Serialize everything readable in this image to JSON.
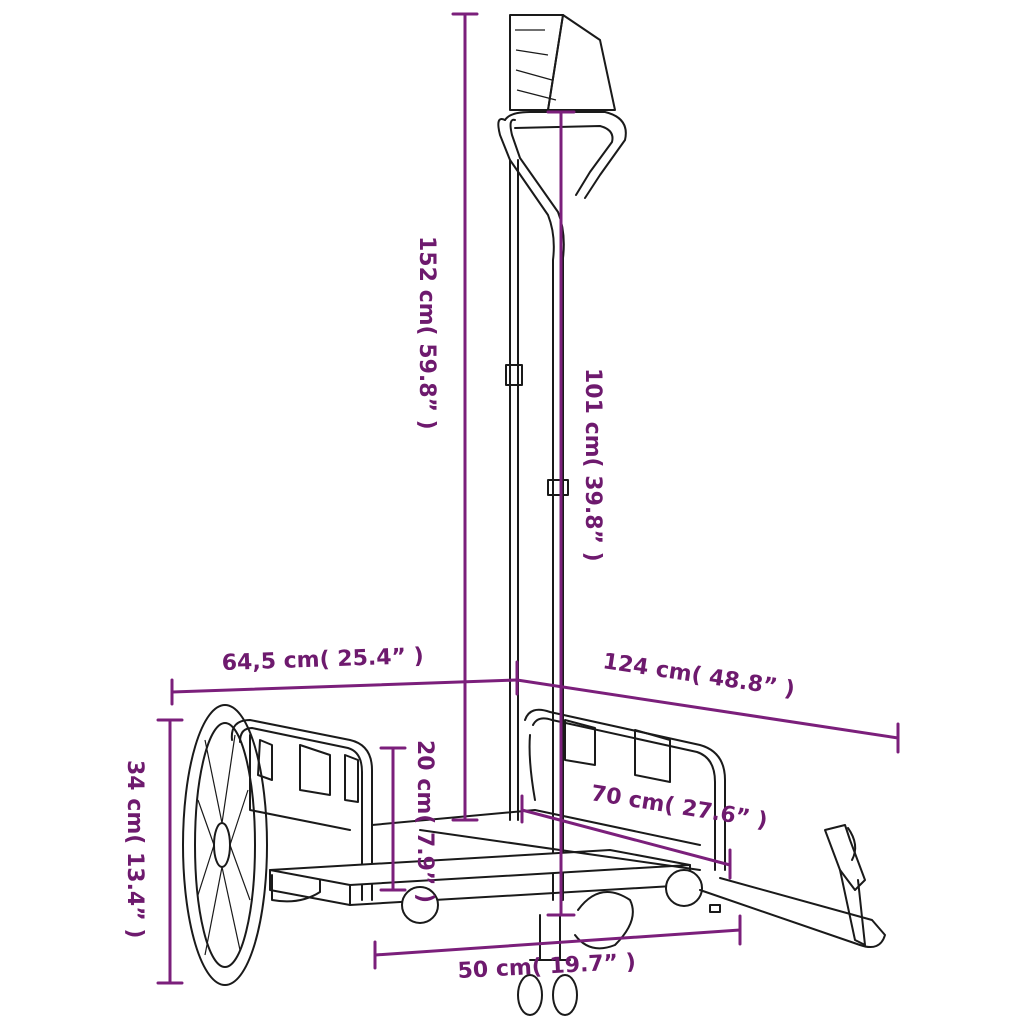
{
  "dimensions": {
    "total_height": "152 cm( 59.8” )",
    "handle_height": "101 cm( 39.8” )",
    "width": "64,5 cm( 25.4” )",
    "length": "124 cm( 48.8” )",
    "wheel_height": "34 cm( 13.4” )",
    "side_height": "20 cm( 7.9” )",
    "cargo_length": "70 cm( 27.6” )",
    "cargo_width": "50 cm( 19.7” )"
  },
  "colors": {
    "dimension": "#7b1f7b",
    "outline": "#1a1a1a",
    "background": "#ffffff"
  }
}
